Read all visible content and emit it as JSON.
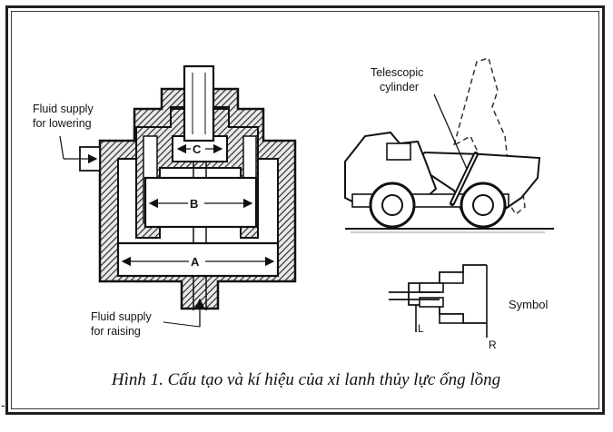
{
  "cylinder": {
    "label_lowering_1": "Fluid supply",
    "label_lowering_2": "for lowering",
    "label_raising_1": "Fluid supply",
    "label_raising_2": "for raising",
    "stage_c": "C",
    "stage_b": "B",
    "stage_a": "A"
  },
  "truck": {
    "label_1": "Telescopic",
    "label_2": "cylinder"
  },
  "symbol": {
    "label": "Symbol",
    "port_l": "L",
    "port_r": "R"
  },
  "caption": "Hình 1. Cấu tạo và kí hiệu của xi lanh thủy lực ống lồng",
  "margin_mark": "-"
}
